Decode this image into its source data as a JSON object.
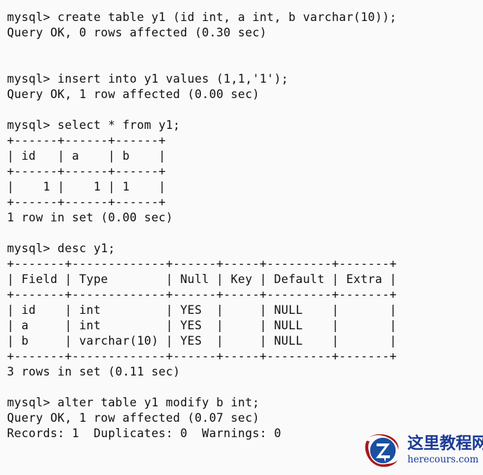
{
  "terminal": {
    "app": "mysql-client",
    "background_color": "#fafafa",
    "text_color": "#111111",
    "lines": [
      "mysql> create table y1 (id int, a int, b varchar(10));",
      "Query OK, 0 rows affected (0.30 sec)",
      "",
      "",
      "mysql> insert into y1 values (1,1,'1');",
      "Query OK, 1 row affected (0.00 sec)",
      "",
      "mysql> select * from y1;",
      "+------+------+------+",
      "| id   | a    | b    |",
      "+------+------+------+",
      "|    1 |    1 | 1    |",
      "+------+------+------+",
      "1 row in set (0.00 sec)",
      "",
      "mysql> desc y1;",
      "+-------+-------------+------+-----+---------+-------+",
      "| Field | Type        | Null | Key | Default | Extra |",
      "+-------+-------------+------+-----+---------+-------+",
      "| id    | int         | YES  |     | NULL    |       |",
      "| a     | int         | YES  |     | NULL    |       |",
      "| b     | varchar(10) | YES  |     | NULL    |       |",
      "+-------+-------------+------+-----+---------+-------+",
      "3 rows in set (0.11 sec)",
      "",
      "mysql> alter table y1 modify b int;",
      "Query OK, 1 row affected (0.07 sec)",
      "Records: 1  Duplicates: 0  Warnings: 0"
    ],
    "prompt": "mysql>",
    "commands": [
      "create table y1 (id int, a int, b varchar(10));",
      "insert into y1 values (1,1,'1');",
      "select * from y1;",
      "desc y1;",
      "alter table y1 modify b int;"
    ],
    "results": {
      "create_table_status": "Query OK, 0 rows affected (0.30 sec)",
      "insert_status": "Query OK, 1 row affected (0.00 sec)",
      "select_footer": "1 row in set (0.00 sec)",
      "desc_footer": "3 rows in set (0.11 sec)",
      "alter_status": "Query OK, 1 row affected (0.07 sec)",
      "alter_records": "Records: 1  Duplicates: 0  Warnings: 0"
    },
    "select_table": {
      "columns": [
        "id",
        "a",
        "b"
      ],
      "rows": [
        [
          "1",
          "1",
          "1"
        ]
      ]
    },
    "desc_table": {
      "columns": [
        "Field",
        "Type",
        "Null",
        "Key",
        "Default",
        "Extra"
      ],
      "rows": [
        [
          "id",
          "int",
          "YES",
          "",
          "NULL",
          ""
        ],
        [
          "a",
          "int",
          "YES",
          "",
          "NULL",
          ""
        ],
        [
          "b",
          "varchar(10)",
          "YES",
          "",
          "NULL",
          ""
        ]
      ]
    }
  },
  "watermark": {
    "logo_letter": "Z",
    "site_name_cn": "这里教程网",
    "site_url": "herecours.com",
    "brand_blue": "#1b3a96",
    "brand_red": "#a8181c"
  }
}
